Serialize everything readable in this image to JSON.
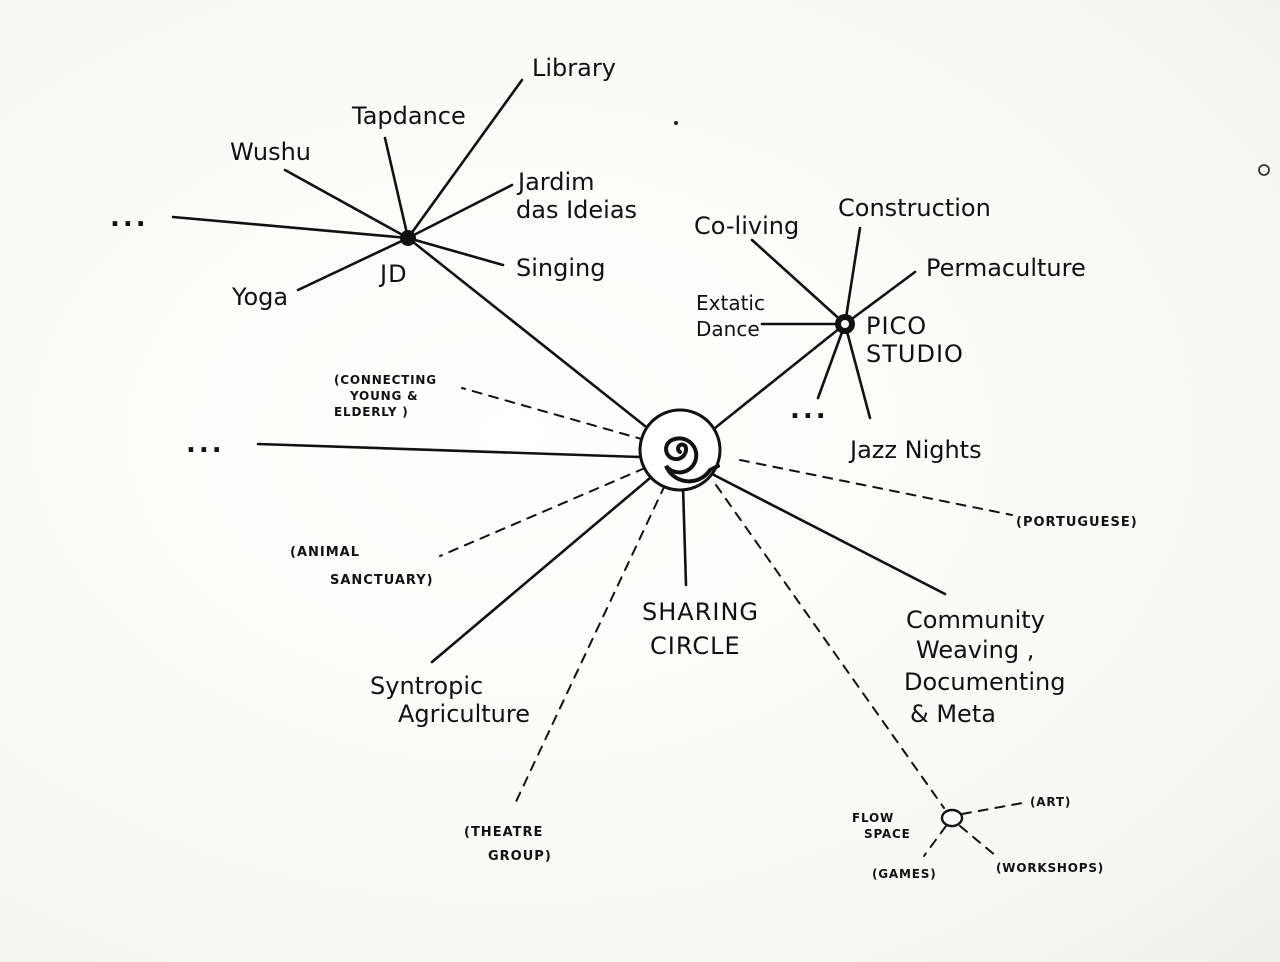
{
  "center": {
    "label_line1": "SHARING",
    "label_line2": "CIRCLE"
  },
  "jd": {
    "label": "JD",
    "spokes": [
      "Library",
      "Tapdance",
      "Wushu",
      "Yoga",
      "Singing"
    ],
    "jardim_line1": "Jardim",
    "jardim_line2": "das Ideias",
    "more": "..."
  },
  "pico": {
    "label_line1": "PICO",
    "label_line2": "STUDIO",
    "spokes": [
      "Co-living",
      "Construction",
      "Permaculture",
      "Jazz Nights"
    ],
    "extatic_line1": "Extatic",
    "extatic_line2": "Dance",
    "more": "..."
  },
  "solid_branches": {
    "syntropic_line1": "Syntropic",
    "syntropic_line2": "Agriculture",
    "community_line1": "Community",
    "community_line2": "Weaving ,",
    "community_line3": "Documenting",
    "community_line4": "& Meta",
    "more": "..."
  },
  "dashed_branches": {
    "connecting_line1": "(CONNECTING",
    "connecting_line2": "YOUNG &",
    "connecting_line3": "ELDERLY  )",
    "animal_line1": "(ANIMAL",
    "animal_line2": "SANCTUARY)",
    "portuguese": "(PORTUGUESE)",
    "theatre_line1": "(THEATRE",
    "theatre_line2": "GROUP)"
  },
  "flow_space": {
    "label_line1": "FLOW",
    "label_line2": "SPACE",
    "spokes": [
      "(ART)",
      "(GAMES)",
      "(WORKSHOPS)"
    ]
  }
}
